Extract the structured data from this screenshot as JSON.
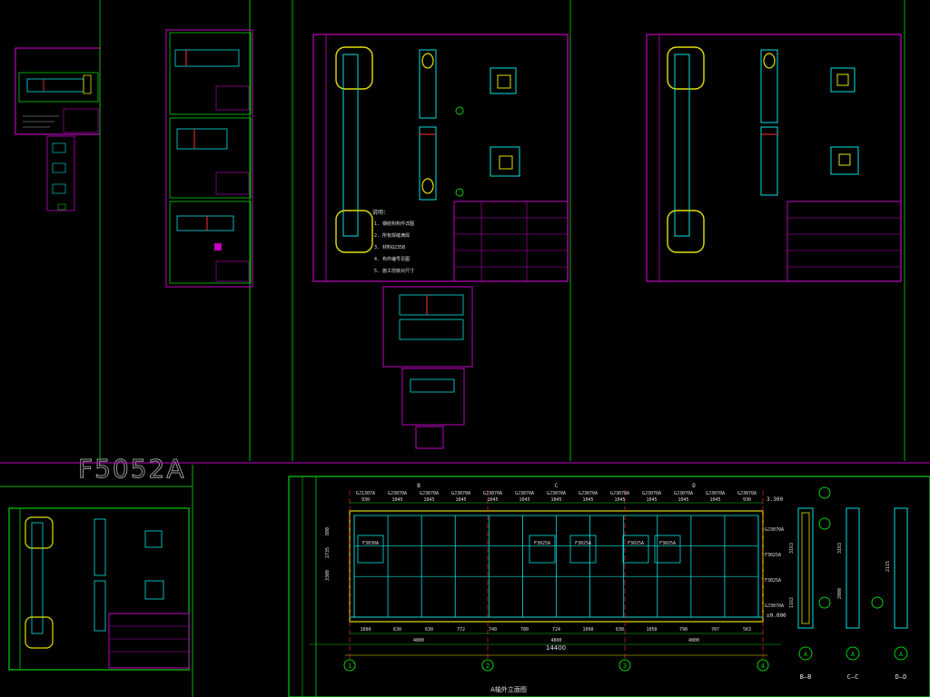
{
  "colors": {
    "background": "#000000",
    "frame_magenta": "#c000c0",
    "frame_green": "#00d000",
    "gridline": "#00b000",
    "line_cyan": "#00e0e0",
    "line_yellow": "#e0e000",
    "line_red": "#ff3030",
    "text_white": "#e0e0e0"
  },
  "floating_label": "F5052A",
  "elevation": {
    "title": "A轴外立面图",
    "top_codes": [
      "GJ1307A",
      "GJ3070A",
      "GJ3070A",
      "GJ3070A",
      "GJ3070A",
      "GJ3070A",
      "GJ3070A",
      "GJ3070A",
      "GJ3070A",
      "GJ3070A",
      "GJ3070A",
      "GJ3070A",
      "GJ3070A"
    ],
    "top_dims": [
      "930",
      "1045",
      "1045",
      "1045",
      "1045",
      "1045",
      "1045",
      "1045",
      "1045",
      "1045",
      "1045",
      "1045",
      "930"
    ],
    "panel_labels": [
      "F3030A",
      "F3025A",
      "F3025A",
      "F3025A",
      "F3025A"
    ],
    "bottom_dims": [
      "1090",
      "630",
      "630",
      "772",
      "740",
      "780",
      "724",
      "1090",
      "630",
      "1050",
      "790",
      "707",
      "563"
    ],
    "total_dim": "14400",
    "sub_dims": [
      "4800",
      "4800",
      "4800"
    ],
    "axis_numbers": [
      "1",
      "2",
      "3",
      "4"
    ],
    "axis_letters": [
      "B",
      "C",
      "D"
    ],
    "level_top": "3.300",
    "level_zero": "±0.000",
    "left_dims": [
      "3300",
      "2735",
      "880"
    ],
    "right_codes": [
      "GJ3070A",
      "F3025A",
      "F3025A",
      "GJ3070A"
    ]
  },
  "sections": {
    "labels": [
      "B—B",
      "C—C",
      "D—D"
    ],
    "axis_letter": "A",
    "dims": [
      "3163",
      "1162",
      "3163",
      "2000",
      "2115"
    ]
  },
  "sheet_notes": {
    "title_block_heading": "说明：",
    "note_lines": [
      "1. 钢结构构件详图",
      "2. 所有焊缝满焊",
      "3. 材料Q235B",
      "4. 构件编号见图",
      "5. 施工前核对尺寸"
    ]
  }
}
